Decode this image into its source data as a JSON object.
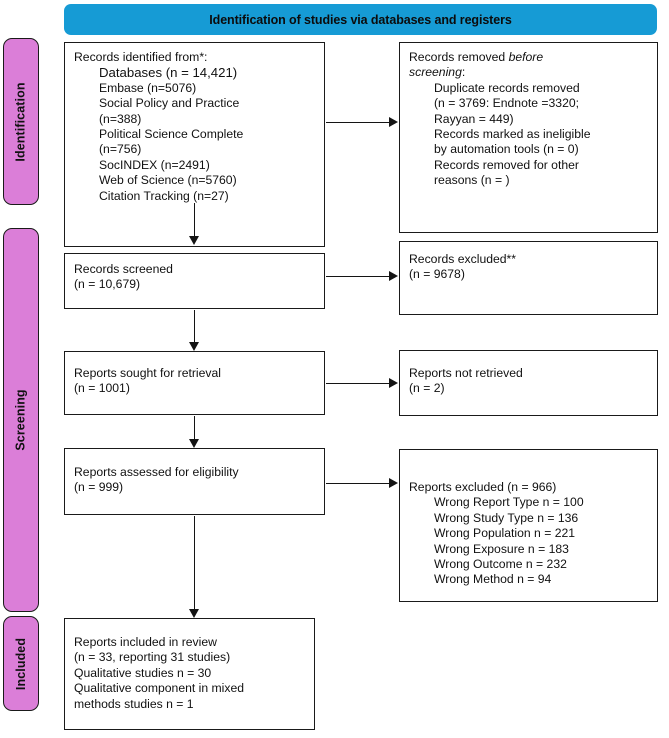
{
  "header": {
    "title": "Identification of studies via databases and registers",
    "background_color": "#169BD5"
  },
  "phases": {
    "color": "#DB7ED8",
    "identification": "Identification",
    "screening": "Screening",
    "included": "Included"
  },
  "boxes": {
    "identified": {
      "title": "Records identified from*:",
      "databases_line": "Databases (n = 14,421)",
      "sources": [
        "Embase (n=5076)",
        "Social Policy and Practice",
        "(n=388)",
        "Political Science Complete",
        "(n=756)",
        "SocINDEX (n=2491)",
        "Web of Science (n=5760)",
        "Citation Tracking (n=27)"
      ]
    },
    "removed": {
      "line1": "Records removed ",
      "line1_italic": "before",
      "line2_italic": "screening",
      "line2_tail": ":",
      "items": [
        "Duplicate records removed",
        "(n = 3769: Endnote =3320;",
        "Rayyan = 449)",
        "Records marked as ineligible",
        "by automation tools (n = 0)",
        "Records removed for other",
        "reasons (n = )"
      ]
    },
    "screened": {
      "line1": "Records screened",
      "line2": "(n = 10,679)"
    },
    "excluded": {
      "line1": "Records excluded**",
      "line2": "(n = 9678)"
    },
    "sought": {
      "line1": "Reports sought for retrieval",
      "line2": "(n = 1001)"
    },
    "not_retrieved": {
      "line1": "Reports not retrieved",
      "line2": "(n = 2)"
    },
    "assessed": {
      "line1": "Reports assessed for eligibility",
      "line2": "(n = 999)"
    },
    "reports_excluded": {
      "title": "Reports excluded (n = 966)",
      "reasons": [
        "Wrong Report Type n = 100",
        "Wrong Study Type n = 136",
        "Wrong Population n = 221",
        "Wrong Exposure n = 183",
        "Wrong Outcome n = 232",
        "Wrong Method n = 94"
      ]
    },
    "included_review": {
      "line1": "Reports included in review",
      "line2": "(n = 33, reporting 31 studies)",
      "line3": "Qualitative studies n = 30",
      "line4": "Qualitative component in mixed",
      "line5": "methods studies n = 1"
    }
  },
  "chart_data": {
    "type": "table",
    "title": "PRISMA 2020 flow diagram: Identification of studies via databases and registers",
    "stages": [
      {
        "stage": "Records identified (Databases total)",
        "n": 14421
      },
      {
        "stage": "Embase",
        "n": 5076
      },
      {
        "stage": "Social Policy and Practice",
        "n": 388
      },
      {
        "stage": "Political Science Complete",
        "n": 756
      },
      {
        "stage": "SocINDEX",
        "n": 2491
      },
      {
        "stage": "Web of Science",
        "n": 5760
      },
      {
        "stage": "Citation Tracking",
        "n": 27
      },
      {
        "stage": "Duplicate records removed",
        "n": 3769
      },
      {
        "stage": "Duplicates removed by Endnote",
        "n": 3320
      },
      {
        "stage": "Duplicates removed by Rayyan",
        "n": 449
      },
      {
        "stage": "Records marked ineligible by automation tools",
        "n": 0
      },
      {
        "stage": "Records removed for other reasons",
        "n": null
      },
      {
        "stage": "Records screened",
        "n": 10679
      },
      {
        "stage": "Records excluded",
        "n": 9678
      },
      {
        "stage": "Reports sought for retrieval",
        "n": 1001
      },
      {
        "stage": "Reports not retrieved",
        "n": 2
      },
      {
        "stage": "Reports assessed for eligibility",
        "n": 999
      },
      {
        "stage": "Reports excluded (total)",
        "n": 966
      },
      {
        "stage": "Excluded: Wrong Report Type",
        "n": 100
      },
      {
        "stage": "Excluded: Wrong Study Type",
        "n": 136
      },
      {
        "stage": "Excluded: Wrong Population",
        "n": 221
      },
      {
        "stage": "Excluded: Wrong Exposure",
        "n": 183
      },
      {
        "stage": "Excluded: Wrong Outcome",
        "n": 232
      },
      {
        "stage": "Excluded: Wrong Method",
        "n": 94
      },
      {
        "stage": "Reports included in review",
        "n": 33
      },
      {
        "stage": "Studies reported",
        "n": 31
      },
      {
        "stage": "Qualitative studies",
        "n": 30
      },
      {
        "stage": "Qualitative component in mixed methods studies",
        "n": 1
      }
    ]
  }
}
